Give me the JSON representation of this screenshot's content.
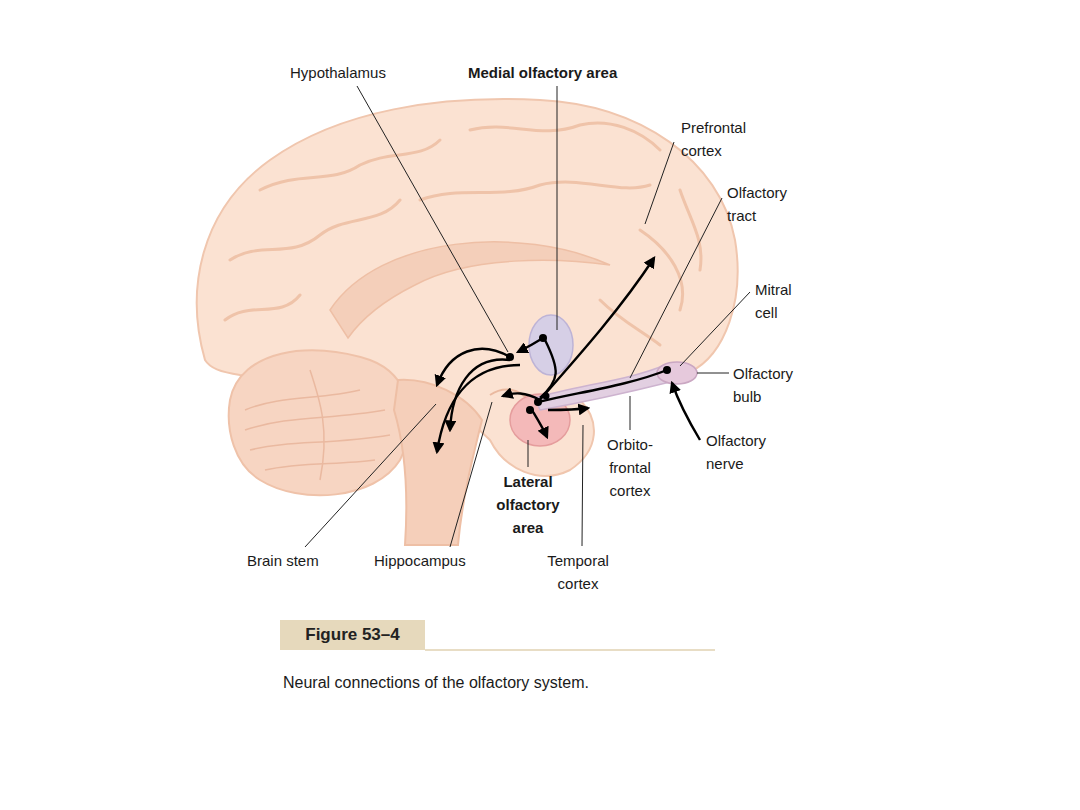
{
  "diagram": {
    "title": "Figure 53–4",
    "caption": "Neural connections of the olfactory system.",
    "labels": [
      "Hypothalamus",
      "Medial olfactory area",
      "Prefrontal cortex",
      "Olfactory tract",
      "Mitral cell",
      "Olfactory bulb",
      "Olfactory nerve",
      "Orbito-frontal cortex",
      "Lateral olfactory area",
      "Brain stem",
      "Hippocampus",
      "Temporal cortex"
    ]
  }
}
